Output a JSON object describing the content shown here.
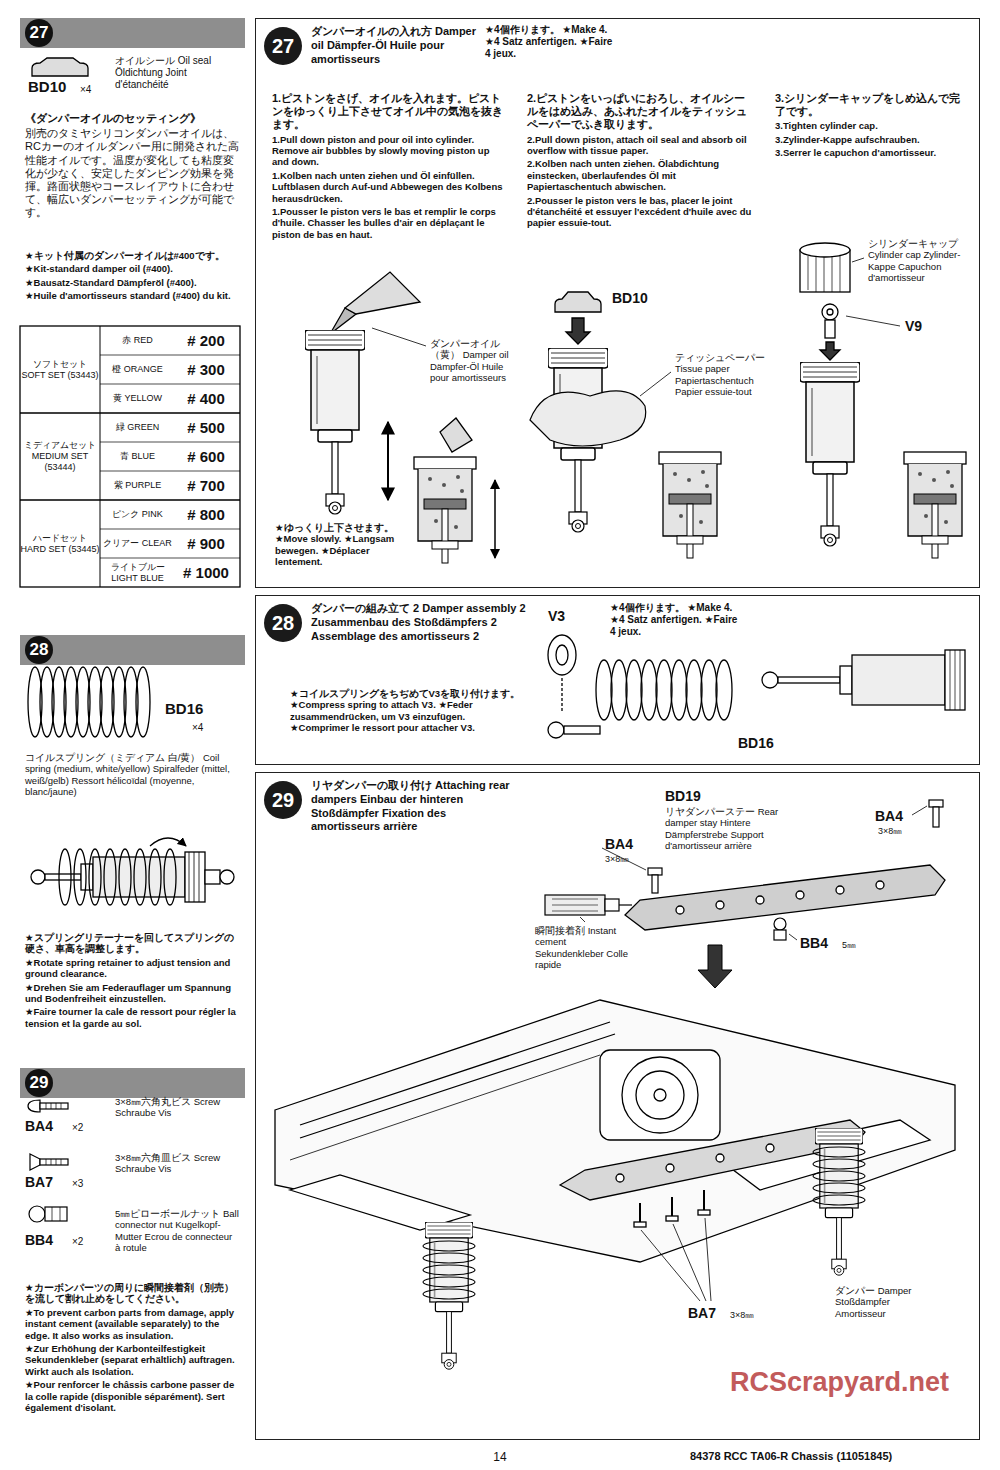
{
  "diagram": {
    "nodes": [
      {
        "text": [
          "27"
        ]
      },
      {
        "text": [
          "28"
        ]
      },
      {
        "text": [
          "29"
        ]
      },
      {
        "text": [
          "ダンパーオイルの入れ方 Damper oil Dämpfer-Öl Huile pour amortisseurs"
        ]
      },
      {
        "text": [
          "27"
        ],
        "in": 3
      },
      {
        "text": [
          "ダンパーの組み立て 2 Damper assembly 2 Zusammenbau des Stoßdämpfers 2 Assemblage des amortisseurs 2"
        ]
      },
      {
        "text": [
          "28"
        ],
        "in": 5
      },
      {
        "text": [
          "リヤダンパーの取り付け Attaching rear dampers Einbau der hinteren Stoßdämpfer Fixation des amortisseurs arrière"
        ]
      },
      {
        "text": [
          "29"
        ],
        "in": 7
      }
    ],
    "labels": [
      "BD10",
      "×4",
      "オイルシール Oil seal Öldichtung Joint d'étanchéité",
      "《ダンパーオイルのセッティング》",
      "別売のタミヤシリコンダンパーオイルは、RCカーのオイルダンパー用に開発された高性能オイルです。温度が変化しても粘度変化が少なく、安定したダンピング効果を発揮。路面状態やコースレイアウトに合わせて、幅広いダンパーセッティングが可能です。",
      "★キット付属のダンパーオイルは#400です。",
      "★Kit-standard damper oil (#400).",
      "★Bausatz-Standard Dämpferöl (#400).",
      "★Huile d'amortisseurs standard (#400) du kit.",
      "ソフトセット SOFT SET (53443)",
      "赤 RED",
      "# 200",
      "橙 ORANGE",
      "# 300",
      "黄 YELLOW",
      "# 400",
      "ミディアムセット MEDIUM SET (53444)",
      "緑 GREEN",
      "# 500",
      "青 BLUE",
      "# 600",
      "紫 PURPLE",
      "# 700",
      "ハードセット HARD SET (53445)",
      "ピンク PINK",
      "# 800",
      "クリアー CLEAR",
      "# 900",
      "ライトブルー LIGHT BLUE",
      "# 1000",
      "BD16",
      "×4",
      "コイルスプリング（ミディアム 白/黄） Coil spring (medium, white/yellow) Spiralfeder (mittel, weiß/gelb) Ressort hélicoïdal (moyenne, blanc/jaune)",
      "★スプリングリテーナーを回してスプリングの硬さ、車高を調整します。",
      "★Rotate spring retainer to adjust tension and ground clearance.",
      "★Drehen Sie am Federauflager um Spannung und Bodenfreiheit einzustellen.",
      "★Faire tourner la cale de ressort pour régler la tension et la garde au sol.",
      "BA4",
      "×2",
      "3×8㎜六角丸ビス Screw Schraube Vis",
      "BA7",
      "×3",
      "3×8㎜六角皿ビス Screw Schraube Vis",
      "BB4",
      "×2",
      "5㎜ピローボールナット Ball connector nut Kugelkopf-Mutter Ecrou de connecteur à rotule",
      "★カーボンパーツの周りに瞬間接着剤（別売）を流して割れ止めをしてください。",
      "★To prevent carbon parts from damage, apply instant cement (available separately) to the edge. It also works as insulation.",
      "★Zur Erhöhung der Karbonteilfestigkeit Sekundenkleber (separat erhältlich) auftragen. Wirkt auch als Isolation.",
      "★Pour renforcer le châssis carbone passer de la colle rapide (disponible séparément). Sert également d'isolant.",
      "★4個作ります。 ★Make 4. ★4 Satz anfertigen. ★Faire 4 jeux.",
      "1.ピストンをさげ、オイルを入れます。ピストンをゆっくり上下させてオイル中の気泡を抜きます。",
      "1.Pull down piston and pour oil into cylinder. Remove air bubbles by slowly moving piston up and down.",
      "1.Kolben nach unten ziehen und Öl einfüllen. Luftblasen durch Auf-und Abbewegen des Kolbens herausdrücken.",
      "1.Pousser le piston vers le bas et remplir le corps d'huile. Chasser les bulles d'air en déplaçant le piston de bas en haut.",
      "2.ピストンをいっぱいにおろし、オイルシールをはめ込み、あふれたオイルをティッシュペーパーでふき取ります。",
      "2.Pull down piston, attach oil seal and absorb oil overflow with tissue paper.",
      "2.Kolben nach unten ziehen. Ölabdichtung einstecken, überlaufendes Öl mit Papiertaschentuch abwischen.",
      "2.Pousser le piston vers le bas, placer le joint d'étanchéité et essuyer l'excédent d'huile avec du papier essuie-tout.",
      "3.シリンダーキャップをしめ込んで完了です。",
      "3.Tighten cylinder cap.",
      "3.Zylinder-Kappe aufschrauben.",
      "3.Serrer le capuchon d'amortisseur.",
      "ダンパーオイル（黄） Damper oil Dämpfer-Öl Huile pour amortisseurs",
      "★ゆっくり上下させます。 ★Move slowly. ★Langsam bewegen. ★Déplacer lentement.",
      "BD10",
      "ティッシュペーパー Tissue paper Papiertaschentuch Papier essuie-tout",
      "シリンダーキャップ Cylinder cap Zylinder-Kappe Capuchon d'amortisseur",
      "V9",
      "★4個作ります。 ★Make 4. ★4 Satz anfertigen. ★Faire 4 jeux.",
      "V3",
      "★コイルスプリングをちぢめてV3を取り付けます。 ★Compress spring to attach V3. ★Feder zusammendrücken, um V3 einzufügen. ★Comprimer le ressort pour attacher V3.",
      "BD16",
      "BD19",
      "リヤダンパーステー Rear damper stay Hintere Dämpferstrebe Support d'amortisseur arrière",
      "BA4",
      "3×8㎜",
      "BA4",
      "3×8㎜",
      "瞬間接着剤 Instant cement Sekundenkleber Colle rapide",
      "BB4",
      "5㎜",
      "BA7",
      "3×8㎜",
      "ダンパー Damper Stoßdämpfer Amortisseur",
      "RCScrapyard.net",
      "14",
      "84378 RCC TA06-R Chassis (11051845)"
    ]
  }
}
